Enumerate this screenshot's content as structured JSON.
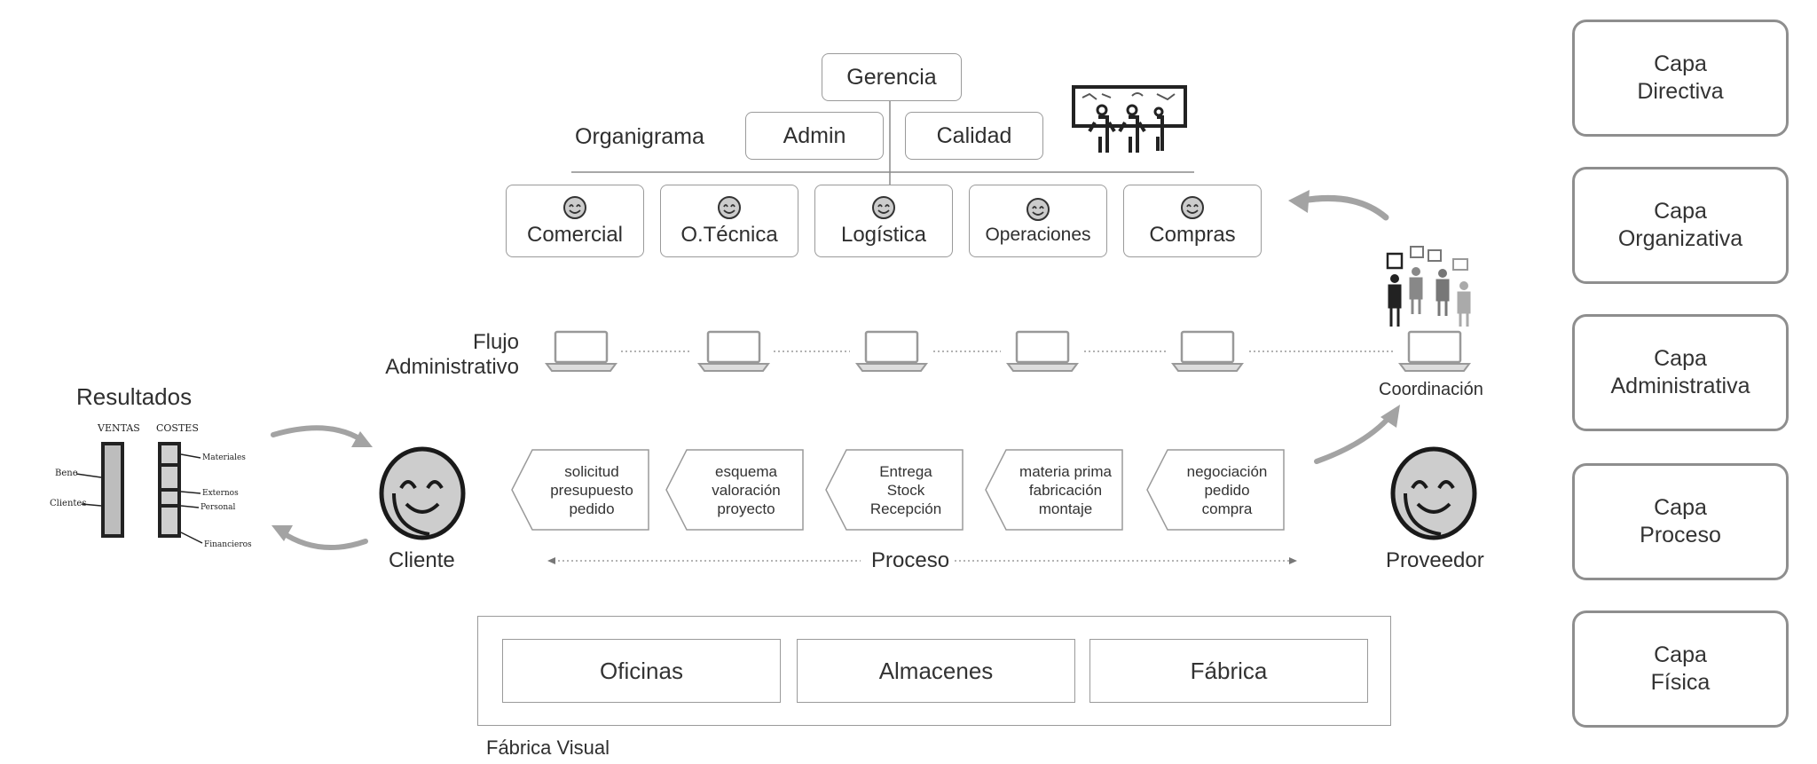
{
  "org": {
    "top": "Gerencia",
    "label": "Organigrama",
    "staff": [
      "Admin",
      "Calidad"
    ],
    "departments": [
      {
        "name": "Comercial"
      },
      {
        "name": "O.Técnica"
      },
      {
        "name": "Logística"
      },
      {
        "name": "Operaciones"
      },
      {
        "name": "Compras"
      }
    ]
  },
  "admin_flow": {
    "label_line1": "Flujo",
    "label_line2": "Administrativo",
    "coordination": "Coordinación"
  },
  "results": {
    "title": "Resultados",
    "sketch_words": [
      "VENTAS",
      "COSTES",
      "Bene",
      "Clientes",
      "Materiales",
      "Externos",
      "Personal",
      "Financieros"
    ]
  },
  "process": {
    "client": "Cliente",
    "supplier": "Proveedor",
    "label": "Proceso",
    "steps": [
      {
        "lines": [
          "solicitud",
          "presupuesto",
          "pedido"
        ]
      },
      {
        "lines": [
          "esquema",
          "valoración",
          "proyecto"
        ]
      },
      {
        "lines": [
          "Entrega",
          "Stock",
          "Recepción"
        ]
      },
      {
        "lines": [
          "materia prima",
          "fabricación",
          "montaje"
        ]
      },
      {
        "lines": [
          "negociación",
          "pedido",
          "compra"
        ]
      }
    ]
  },
  "physical": {
    "areas": [
      "Oficinas",
      "Almacenes",
      "Fábrica"
    ],
    "caption": "Fábrica Visual"
  },
  "layers": [
    {
      "line1": "Capa",
      "line2": "Directiva"
    },
    {
      "line1": "Capa",
      "line2": "Organizativa"
    },
    {
      "line1": "Capa",
      "line2": "Administrativa"
    },
    {
      "line1": "Capa",
      "line2": "Proceso"
    },
    {
      "line1": "Capa",
      "line2": "Física"
    }
  ],
  "colors": {
    "border": "#9a9a9a",
    "text": "#333333",
    "arrow": "#9c9c9c"
  }
}
